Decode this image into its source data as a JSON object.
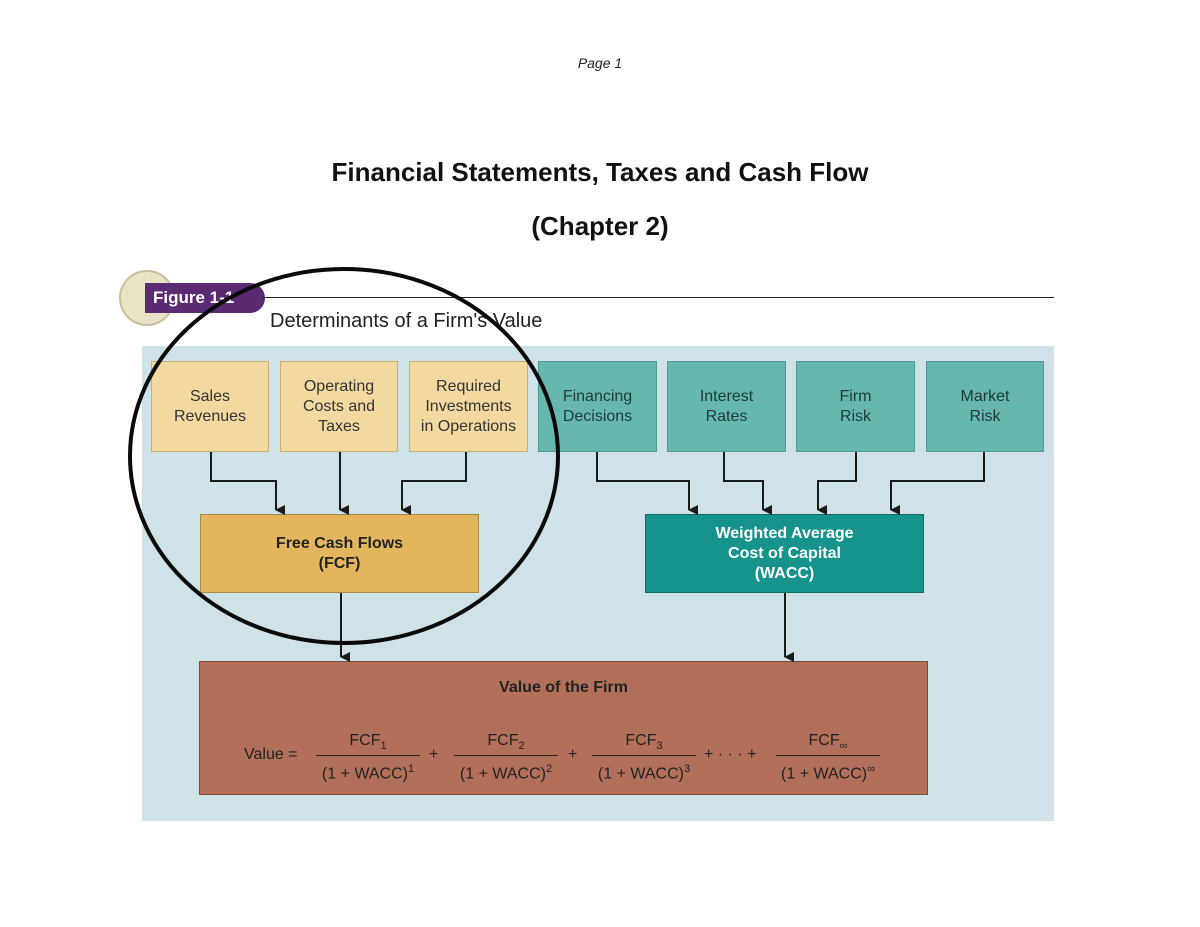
{
  "page": {
    "label": "Page 1"
  },
  "document": {
    "title_line1": "Financial Statements, Taxes and Cash Flow",
    "title_line2": "(Chapter 2)"
  },
  "figure": {
    "badge": "Figure 1-1",
    "caption": "Determinants of a Firm's Value"
  },
  "inputs_cash_flow": [
    {
      "lines": [
        "Sales",
        "Revenues"
      ]
    },
    {
      "lines": [
        "Operating",
        "Costs and",
        "Taxes"
      ]
    },
    {
      "lines": [
        "Required",
        "Investments",
        "in Operations"
      ]
    }
  ],
  "inputs_cost_of_capital": [
    {
      "lines": [
        "Financing",
        "Decisions"
      ]
    },
    {
      "lines": [
        "Interest",
        "Rates"
      ]
    },
    {
      "lines": [
        "Firm",
        "Risk"
      ]
    },
    {
      "lines": [
        "Market",
        "Risk"
      ]
    }
  ],
  "fcf_box": {
    "line1": "Free Cash Flows",
    "line2": "(FCF)"
  },
  "wacc_box": {
    "line1": "Weighted Average",
    "line2": "Cost of Capital",
    "line3": "(WACC)"
  },
  "value_box": {
    "title": "Value of the Firm",
    "formula": {
      "lhs": "Value =",
      "plus": "+",
      "ellipsis": "+ · · · +",
      "terms": [
        {
          "num": "FCF",
          "num_sub": "1",
          "den": "(1 + WACC)",
          "den_sup": "1"
        },
        {
          "num": "FCF",
          "num_sub": "2",
          "den": "(1 + WACC)",
          "den_sup": "2"
        },
        {
          "num": "FCF",
          "num_sub": "3",
          "den": "(1 + WACC)",
          "den_sup": "3"
        },
        {
          "num": "FCF",
          "num_sub": "∞",
          "den": "(1 + WACC)",
          "den_sup": "∞"
        }
      ]
    }
  },
  "colors": {
    "panel": "#cfe2e8",
    "tan_box": "#f1d9a0",
    "teal_box": "#66b8ae",
    "fcf_box": "#e3b65e",
    "wacc_box": "#16938a",
    "value_box": "#b2705b",
    "badge": "#5a2a73"
  }
}
